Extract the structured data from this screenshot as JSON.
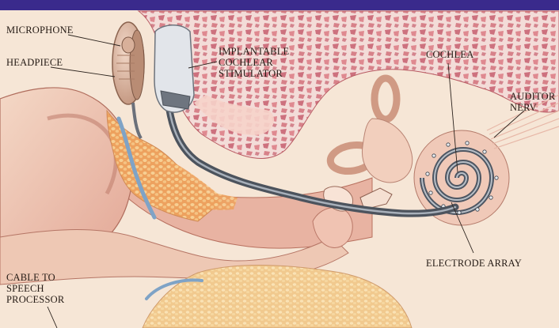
{
  "labels": {
    "microphone": "MICROPHONE",
    "headpiece": "HEADPIECE",
    "stimulator": "IMPLANTABLE\nCOCHLEAR\nSTIMULATOR",
    "cochlea": "COCHLEA",
    "auditory_nerve": "AUDITOR\nNERV",
    "electrode_array": "ELECTRODE ARRAY",
    "cable": "CABLE TO\nSPEECH\nPROCESSOR"
  },
  "colors": {
    "top_band": "#3a2a8c",
    "background": "#f6e6d6",
    "skin": "#eec8b4",
    "tissue_dark": "#c9776e",
    "bone": "#f3dcd8",
    "bone_pattern": "#c75e6e",
    "fat": "#f0b46e",
    "cable": "#5d6571",
    "headpiece": "#dcb49e"
  }
}
